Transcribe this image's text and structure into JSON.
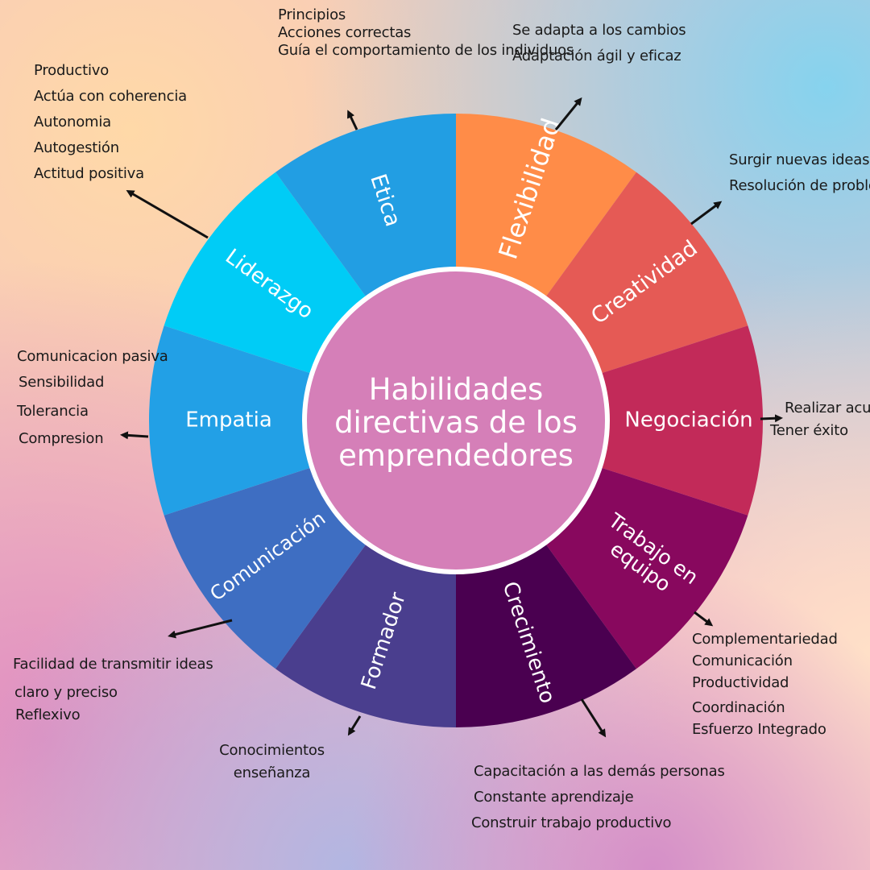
{
  "title_lines": [
    "Habilidades",
    "directivas de los",
    "emprendedores"
  ],
  "colors": {
    "center": "#D57FB8",
    "ring": "#FFFFFF",
    "background": [
      "#FFD0A8",
      "#F3B6C8",
      "#9FD8EC",
      "#B7B9E0"
    ]
  },
  "segments": [
    {
      "name": "Flexibilidad",
      "color": "#FF8C48"
    },
    {
      "name": "Creatividad",
      "color": "#E55A55"
    },
    {
      "name": "Negociación",
      "color": "#C22A59"
    },
    {
      "name": "Trabajo en equipo",
      "color": "#88085E"
    },
    {
      "name": "Crecimiento",
      "color": "#4A0050"
    },
    {
      "name": "Formador",
      "color": "#4A3E8E"
    },
    {
      "name": "Comunicación",
      "color": "#3E6EC2"
    },
    {
      "name": "Empatia",
      "color": "#22A0E6"
    },
    {
      "name": "Liderazgo",
      "color": "#00CCF6"
    },
    {
      "name": "Etica",
      "color": "#229EE3"
    }
  ],
  "notes": {
    "etica": [
      "Principios",
      "Acciones correctas",
      "Guía el comportamiento de los individuos"
    ],
    "flexibilidad": [
      "Se adapta a los cambios",
      "Adaptación ágil y eficaz"
    ],
    "liderazgo": [
      "Productivo",
      "Actúa con coherencia",
      "Autonomia",
      "Autogestión",
      "Actitud positiva"
    ],
    "creatividad": [
      "Surgir nuevas ideas",
      "Resolución de problemas"
    ],
    "empatia": [
      "Comunicacion pasiva",
      "Sensibilidad",
      "Tolerancia",
      "Compresion"
    ],
    "negociacion": [
      "Realizar acuerdos",
      "Tener éxito"
    ],
    "comunicacion": [
      "Facilidad de transmitir ideas",
      "claro y preciso",
      "Reflexivo"
    ],
    "trabajo": [
      "Complementariedad",
      "Comunicación",
      "Productividad",
      "Coordinación",
      "Esfuerzo Integrado"
    ],
    "formador": [
      "Conocimientos",
      "enseñanza"
    ],
    "crecimiento": [
      "Capacitación a las demás personas",
      "Constante aprendizaje",
      "Construir trabajo productivo"
    ]
  }
}
